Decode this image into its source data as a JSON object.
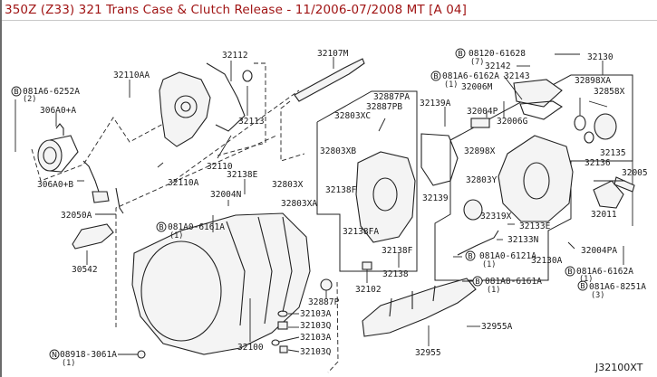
{
  "header": {
    "title": "350Z (Z33) 321 Trans Case & Clutch Release - 11/2006-07/2008 MT [A 04]",
    "title_color": "#a01414"
  },
  "diagram": {
    "reference_code": "J32100XT",
    "parts": {
      "p32112": "32112",
      "p32107M": "32107M",
      "p08120_61628": "08120-61628",
      "p08120_61628_qty": "(7)",
      "p32130": "32130",
      "p32110AA": "32110AA",
      "p081A6_6162A_top": "081A6-6162A",
      "p081A6_6162A_top_qty": "(1)",
      "p32142": "32142",
      "p32143": "32143",
      "p32006M": "32006M",
      "p081A6_6252A": "081A6-6252A",
      "p081A6_6252A_qty": "(2)",
      "p32887PA": "32887PA",
      "p32887PB": "32887PB",
      "p32898XA": "32898XA",
      "p32858X": "32858X",
      "p306A0_A": "306A0+A",
      "p32113": "32113",
      "p32803XC": "32803XC",
      "p32139A": "32139A",
      "p32004P": "32004P",
      "p32006G": "32006G",
      "p32803XB": "32803XB",
      "p32898X": "32898X",
      "p32135": "32135",
      "p32136": "32136",
      "p32110": "32110",
      "p32005": "32005",
      "p306A0_B": "306A0+B",
      "p32110A": "32110A",
      "p32138E": "32138E",
      "p32004N": "32004N",
      "p32803X": "32803X",
      "p32138F_a": "32138F",
      "p32139": "32139",
      "p32803Y": "32803Y",
      "p32011": "32011",
      "p32803XA": "32803XA",
      "p32050A": "32050A",
      "p081A0_6161A": "081A0-6161A",
      "p081A0_6161A_qty": "(1)",
      "p32319X": "32319X",
      "p32133E": "32133E",
      "p32138FA": "32138FA",
      "p32133N": "32133N",
      "p32138F_b": "32138F",
      "p32004PA": "32004PA",
      "p30542": "30542",
      "p081A0_6121A": "081A0-6121A",
      "p081A0_6121A_qty": "(1)",
      "p32130A": "32130A",
      "p32138": "32138",
      "p081A6_6162A_bot": "081A6-6162A",
      "p081A6_6162A_bot_qty": "(1)",
      "p32102": "32102",
      "p081A8_6161A": "081A8-6161A",
      "p081A8_6161A_qty": "(1)",
      "p081A6_8251A": "081A6-8251A",
      "p081A6_8251A_qty": "(3)",
      "p32887P": "32887P",
      "p32103A_a": "32103A",
      "p32103Q_a": "32103Q",
      "p32103A_b": "32103A",
      "p32100": "32100",
      "p32955A": "32955A",
      "p32103Q_b": "32103Q",
      "p32955": "32955",
      "p08918_3061A": "08918-3061A",
      "p08918_3061A_qty": "(1)"
    },
    "symbols": {
      "bolt": "B",
      "nut": "N"
    }
  }
}
